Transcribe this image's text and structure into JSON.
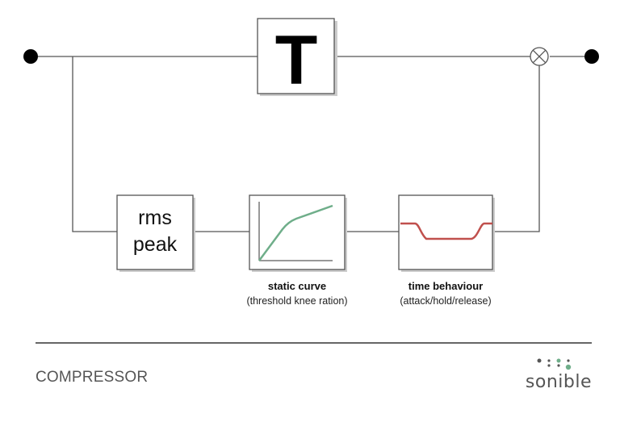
{
  "transfer_block": {
    "label": "T"
  },
  "detector_block": {
    "line1": "rms",
    "line2": "peak"
  },
  "static_curve": {
    "title": "static curve",
    "subtitle": "(threshold knee ration)",
    "curve_color": "#6fae8a"
  },
  "time_behaviour": {
    "title": "time behaviour",
    "subtitle": "(attack/hold/release)",
    "curve_color": "#c0504d"
  },
  "footer": {
    "title": "COMPRESSOR",
    "brand": "sonible",
    "brand_dot_color": "#6fae8a"
  },
  "colors": {
    "line": "#555555",
    "terminal": "#000000"
  }
}
